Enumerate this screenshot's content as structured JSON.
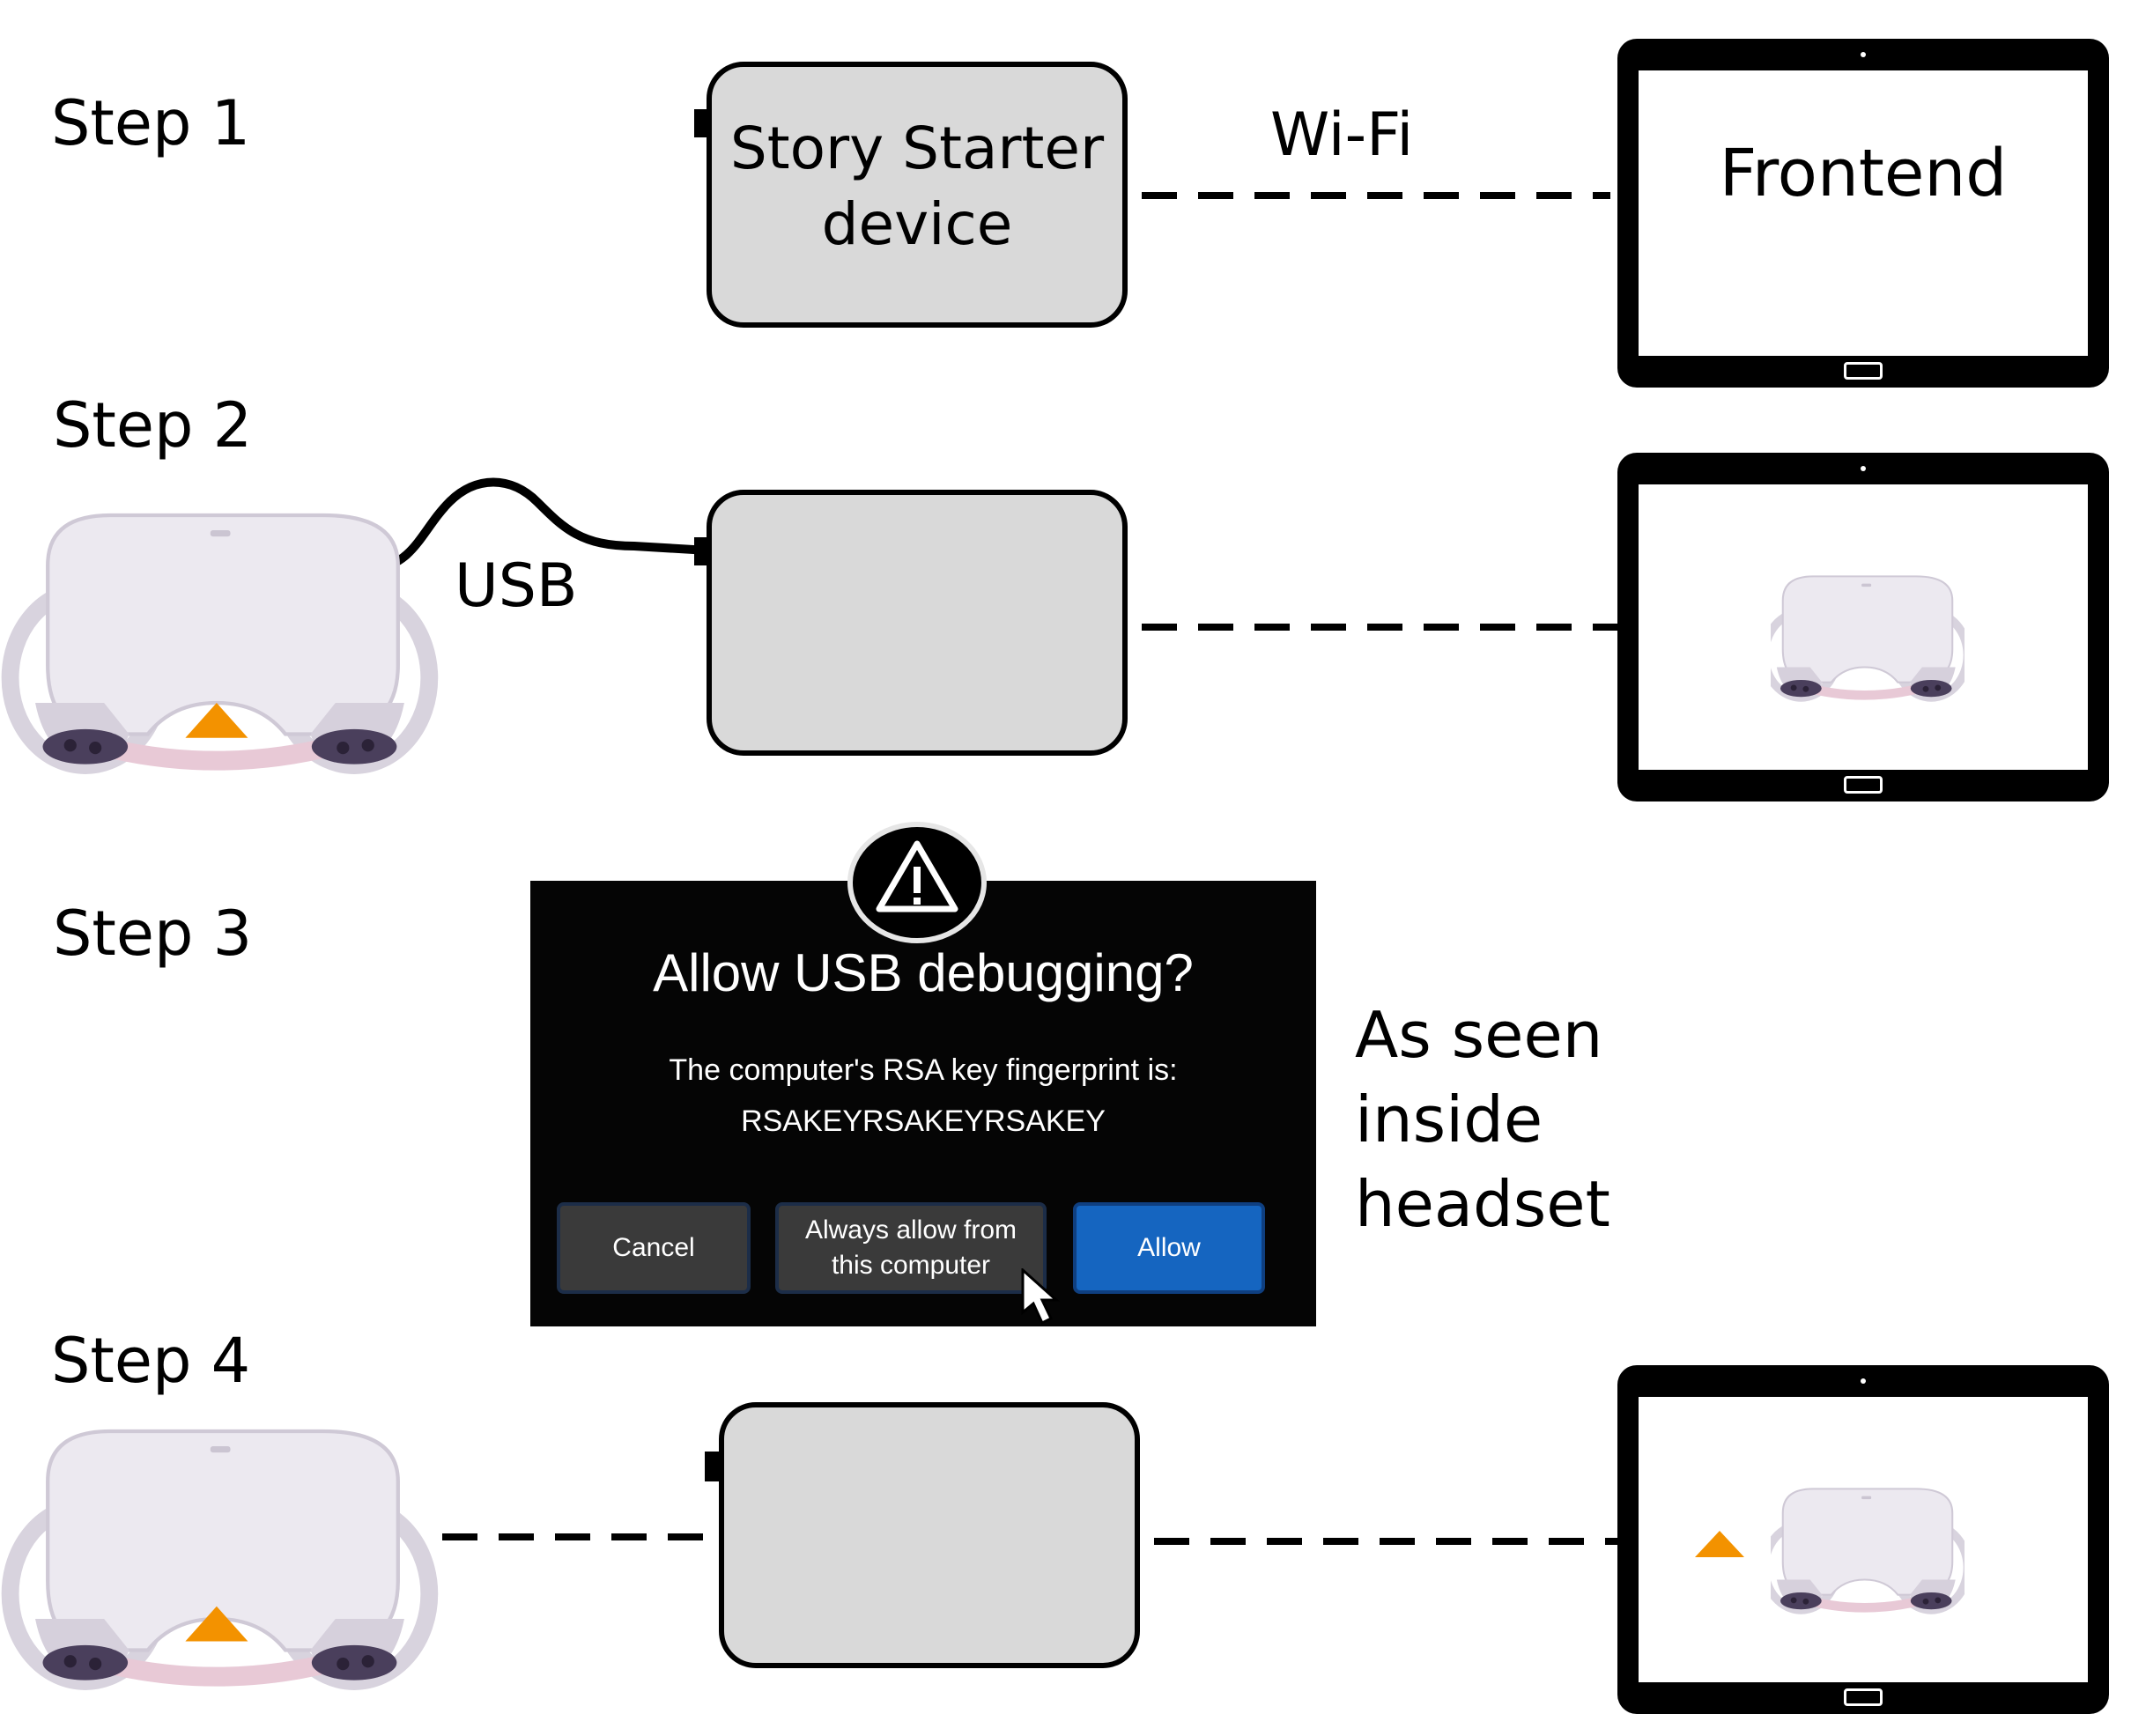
{
  "steps": [
    {
      "label": "Step 1"
    },
    {
      "label": "Step 2"
    },
    {
      "label": "Step 3"
    },
    {
      "label": "Step 4"
    }
  ],
  "step1": {
    "device_label_line1": "Story Starter",
    "device_label_line2": "device",
    "wifi_label": "Wi-Fi",
    "frontend_label": "Frontend"
  },
  "step2": {
    "usb_label": "USB"
  },
  "step3": {
    "dialog": {
      "title": "Allow USB debugging?",
      "message_line1": "The computer's RSA key fingerprint is:",
      "message_line2": "RSAKEYRSAKEYRSAKEY",
      "cancel_label": "Cancel",
      "always_allow_line1": "Always allow from",
      "always_allow_line2": "this computer",
      "allow_label": "Allow"
    },
    "note_line1": "As seen",
    "note_line2": "inside",
    "note_line3": "headset"
  },
  "colors": {
    "device_fill": "#d9d9d9",
    "accent_orange": "#f39200",
    "allow_button": "#1565c0",
    "dialog_background": "#050505",
    "headset_body": "#ece9f0"
  },
  "icons": [
    "vr-headset-icon",
    "warning-icon",
    "mouse-pointer-icon",
    "tablet-icon"
  ]
}
